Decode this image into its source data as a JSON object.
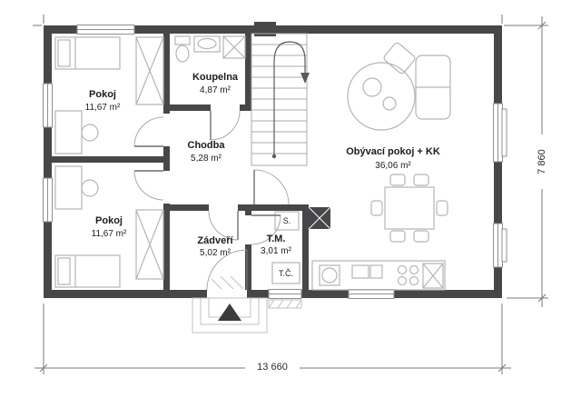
{
  "plan": {
    "rooms": [
      {
        "name": "Pokoj",
        "area": "11,67 m²"
      },
      {
        "name": "Koupelna",
        "area": "4,87 m²"
      },
      {
        "name": "Chodba",
        "area": "5,28 m²"
      },
      {
        "name": "Pokoj",
        "area": "11,67 m²"
      },
      {
        "name": "Zádveří",
        "area": "5,02 m²"
      },
      {
        "name": "T.M.",
        "area": "3,01 m²"
      },
      {
        "name": "Obývací pokoj + KK",
        "area": "36,06 m²"
      }
    ],
    "equipment": {
      "s_unit": "S.",
      "heat_pump": "T.Č."
    },
    "dimensions": {
      "total_width": "13 660",
      "total_height": "7 860"
    },
    "colors": {
      "wall": "#47474a",
      "furniture_line": "#b5b5b5",
      "text": "#1c1c1c"
    }
  }
}
